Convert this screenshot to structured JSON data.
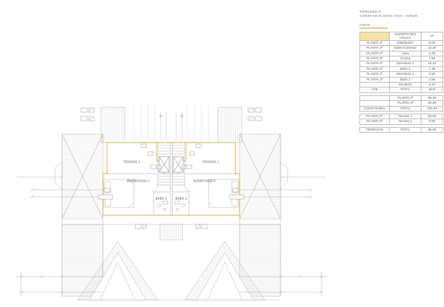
{
  "document": {
    "title_line1": "TIPOLOGÍA 2",
    "title_line2": "SUPERFICIE PLANTAS ÁTICO - DÚPLEX",
    "title_line3": "275/276"
  },
  "table": {
    "header": {
      "label_line1": "SUPERFICIES",
      "label_line2": "ÚTILES",
      "unit": "m²"
    },
    "block1": [
      [
        "PLANTA 2ª",
        "Distribuidor",
        "6.03"
      ],
      [
        "PLANTA 2ª",
        "Salón-Comedor",
        "23.38"
      ],
      [
        "PLANTA 2ª",
        "Aseo",
        "2.28"
      ],
      [
        "PLANTA 2ª",
        "Cocina",
        "7.58"
      ],
      [
        "PLANTA 2ª",
        "Dormitorio 1",
        "19.33"
      ],
      [
        "PLANTA 2ª",
        "Baño 1",
        "7.38"
      ],
      [
        "PLANTA 2ª",
        "Dormitorio 2",
        "9.56"
      ],
      [
        "PLANTA 2ª",
        "Baño 2",
        "2.58"
      ],
      [
        "",
        "Escalera",
        "5.10"
      ],
      [
        "ÚTIL",
        "TOTAL",
        "83.8"
      ]
    ],
    "block2": [
      [
        "",
        "PLANTA 2ª",
        "85.29"
      ],
      [
        "",
        "PLANTA 3ª",
        "20.65"
      ],
      [
        "CONSTRUIDA",
        "TOTAL",
        "105.94"
      ]
    ],
    "block3": [
      [
        "PLANTA 2ª",
        "Terraza 1",
        "56.99"
      ],
      [
        "PLANTA 3ª",
        "Terraza 2",
        "8.06"
      ]
    ],
    "block4": [
      [
        "TERRAZAS",
        "TOTAL",
        "65.05"
      ]
    ]
  },
  "plan": {
    "labels": {
      "terraza_left": "TERRAZA 2",
      "terraza_right": "TERRAZA 2",
      "dormitorio_left": "DORMITORIO 2",
      "dormitorio_right": "DORMITORIO 2",
      "bano_left": "BAÑO 2",
      "bano_right": "BAÑO 2"
    }
  },
  "colors": {
    "envelope_yellow": "#e7ca74",
    "table_highlight": "#f4e3a1",
    "hatch_gray": "#bdbdbd",
    "wall_gray": "#9a9a9a"
  }
}
